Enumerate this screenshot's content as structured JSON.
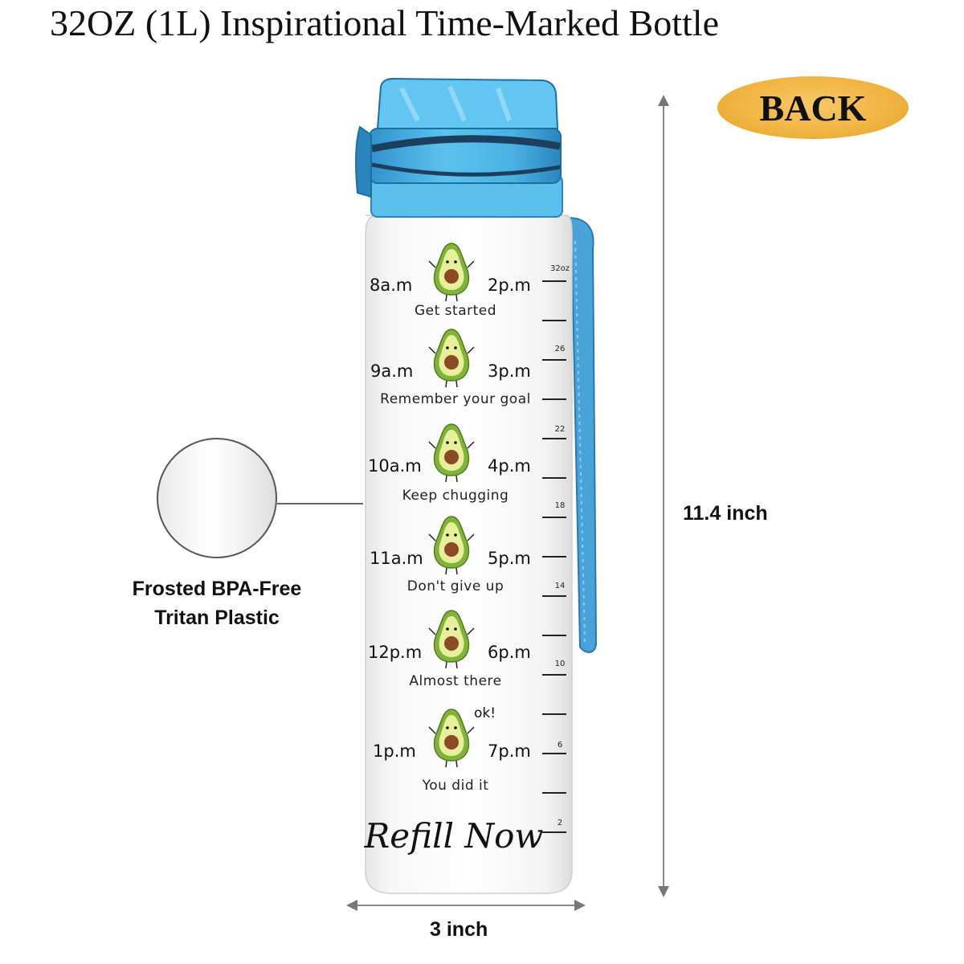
{
  "title": "32OZ (1L) Inspirational Time-Marked Bottle",
  "badge": "BACK",
  "dimensions": {
    "height": "11.4 inch",
    "width": "3 inch"
  },
  "material": {
    "line1": "Frosted BPA-Free",
    "line2": "Tritan Plastic"
  },
  "schedule": [
    {
      "left": "8a.m",
      "right": "2p.m",
      "message": "Get started"
    },
    {
      "left": "9a.m",
      "right": "3p.m",
      "message": "Remember your goal"
    },
    {
      "left": "10a.m",
      "right": "4p.m",
      "message": "Keep chugging"
    },
    {
      "left": "11a.m",
      "right": "5p.m",
      "message": "Don't give up"
    },
    {
      "left": "12p.m",
      "right": "6p.m",
      "message": "Almost there"
    },
    {
      "left": "1p.m",
      "right": "7p.m",
      "message": "You did it"
    }
  ],
  "ok_text": "ok!",
  "refill_text": "Refill Now",
  "scale_labels": [
    "32oz",
    "26",
    "22",
    "18",
    "14",
    "10",
    "6",
    "2"
  ],
  "colors": {
    "lid": "#4db3e6",
    "lid_dark": "#1f6f9c",
    "strap": "#4aa3d8",
    "badge": "#f0b33f",
    "avocado_skin": "#7fb33a",
    "avocado_flesh": "#e7ef9a",
    "avocado_pit": "#8a4a24"
  }
}
